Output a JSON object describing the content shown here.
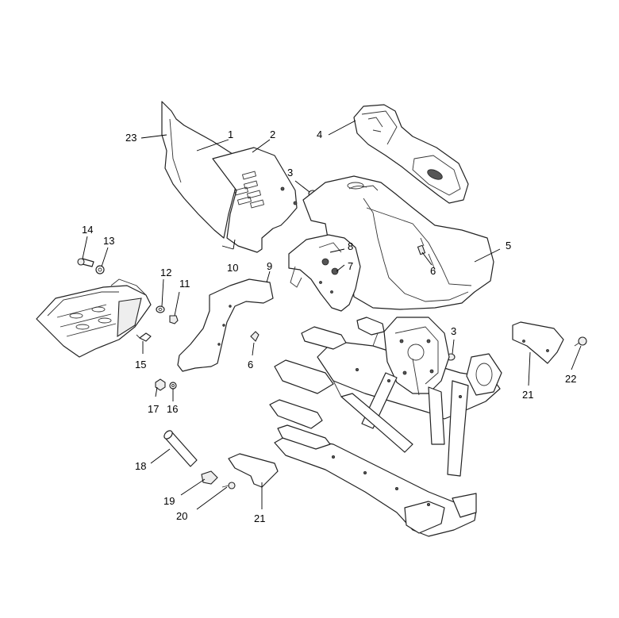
{
  "callouts": {
    "c1": "1",
    "c2": "2",
    "c3a": "3",
    "c3b": "3",
    "c4": "4",
    "c5": "5",
    "c6a": "6",
    "c6b": "6",
    "c7": "7",
    "c8": "8",
    "c9": "9",
    "c10": "10",
    "c11": "11",
    "c12": "12",
    "c13": "13",
    "c14": "14",
    "c15": "15",
    "c16": "16",
    "c17": "17",
    "c18": "18",
    "c19": "19",
    "c20": "20",
    "c21a": "21",
    "c21b": "21",
    "c22": "22",
    "c23": "23"
  },
  "colors": {
    "line": "#222222",
    "fill": "#ffffff",
    "shade": "#eeeeee"
  }
}
